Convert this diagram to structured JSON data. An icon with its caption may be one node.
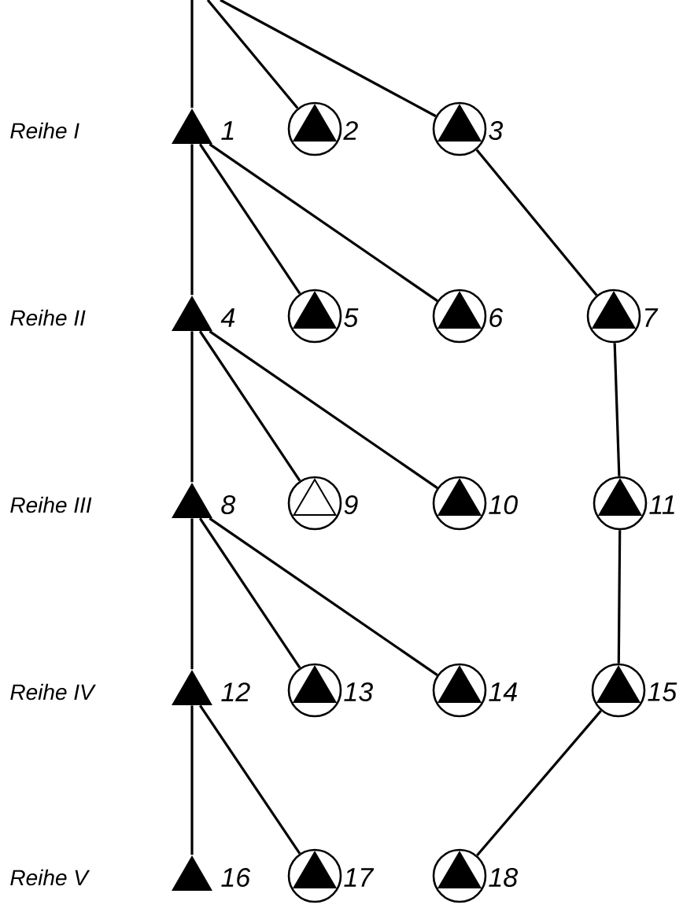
{
  "diagram": {
    "nodes": [
      {
        "text": [],
        "shape": "triangle",
        "beside": [
          "1"
        ]
      },
      {
        "text": [],
        "shape": "circle",
        "beside": [
          "2"
        ]
      },
      {
        "text": [],
        "shape": "circle",
        "beside": [
          "3"
        ]
      },
      {
        "text": [],
        "shape": "triangle",
        "beside": [
          "4"
        ]
      },
      {
        "text": [],
        "shape": "circle",
        "beside": [
          "5"
        ]
      },
      {
        "text": [],
        "shape": "circle",
        "beside": [
          "6"
        ]
      },
      {
        "text": [],
        "shape": "circle",
        "beside": [
          "7"
        ]
      },
      {
        "text": [],
        "shape": "triangle",
        "beside": [
          "8"
        ]
      },
      {
        "text": [],
        "shape": "ring",
        "beside": [
          "9"
        ]
      },
      {
        "text": [],
        "shape": "circle",
        "beside": [
          "10"
        ]
      },
      {
        "text": [],
        "shape": "circle",
        "beside": [
          "11"
        ]
      },
      {
        "text": [],
        "shape": "triangle",
        "beside": [
          "12"
        ]
      },
      {
        "text": [],
        "shape": "circle",
        "beside": [
          "13"
        ]
      },
      {
        "text": [],
        "shape": "circle",
        "beside": [
          "14"
        ]
      },
      {
        "text": [],
        "shape": "circle",
        "beside": [
          "15"
        ]
      },
      {
        "text": [],
        "shape": "triangle",
        "beside": [
          "16"
        ]
      },
      {
        "text": [],
        "shape": "circle",
        "beside": [
          "17"
        ]
      },
      {
        "text": [],
        "shape": "circle",
        "beside": [
          "18"
        ]
      }
    ],
    "edges": [
      {
        "from": null,
        "to": 0,
        "arrow": "none"
      },
      {
        "from": null,
        "to": 1,
        "arrow": "none"
      },
      {
        "from": null,
        "to": 2,
        "arrow": "none"
      },
      {
        "from": 0,
        "to": 3,
        "arrow": "none"
      },
      {
        "from": 0,
        "to": 4,
        "arrow": "none"
      },
      {
        "from": 0,
        "to": 5,
        "arrow": "none"
      },
      {
        "from": 2,
        "to": 6,
        "arrow": "none"
      },
      {
        "from": 3,
        "to": 7,
        "arrow": "none"
      },
      {
        "from": 3,
        "to": 8,
        "arrow": "none"
      },
      {
        "from": 3,
        "to": 9,
        "arrow": "none"
      },
      {
        "from": 6,
        "to": 10,
        "arrow": "none"
      },
      {
        "from": 7,
        "to": 11,
        "arrow": "none"
      },
      {
        "from": 7,
        "to": 12,
        "arrow": "none"
      },
      {
        "from": 7,
        "to": 13,
        "arrow": "none"
      },
      {
        "from": 10,
        "to": 14,
        "arrow": "none"
      },
      {
        "from": 11,
        "to": 15,
        "arrow": "none"
      },
      {
        "from": 11,
        "to": 16,
        "arrow": "none"
      },
      {
        "from": 14,
        "to": 17,
        "arrow": "none"
      }
    ],
    "labels": [
      "Reihe I",
      "Reihe II",
      "Reihe III",
      "Reihe IV",
      "Reihe V"
    ]
  }
}
